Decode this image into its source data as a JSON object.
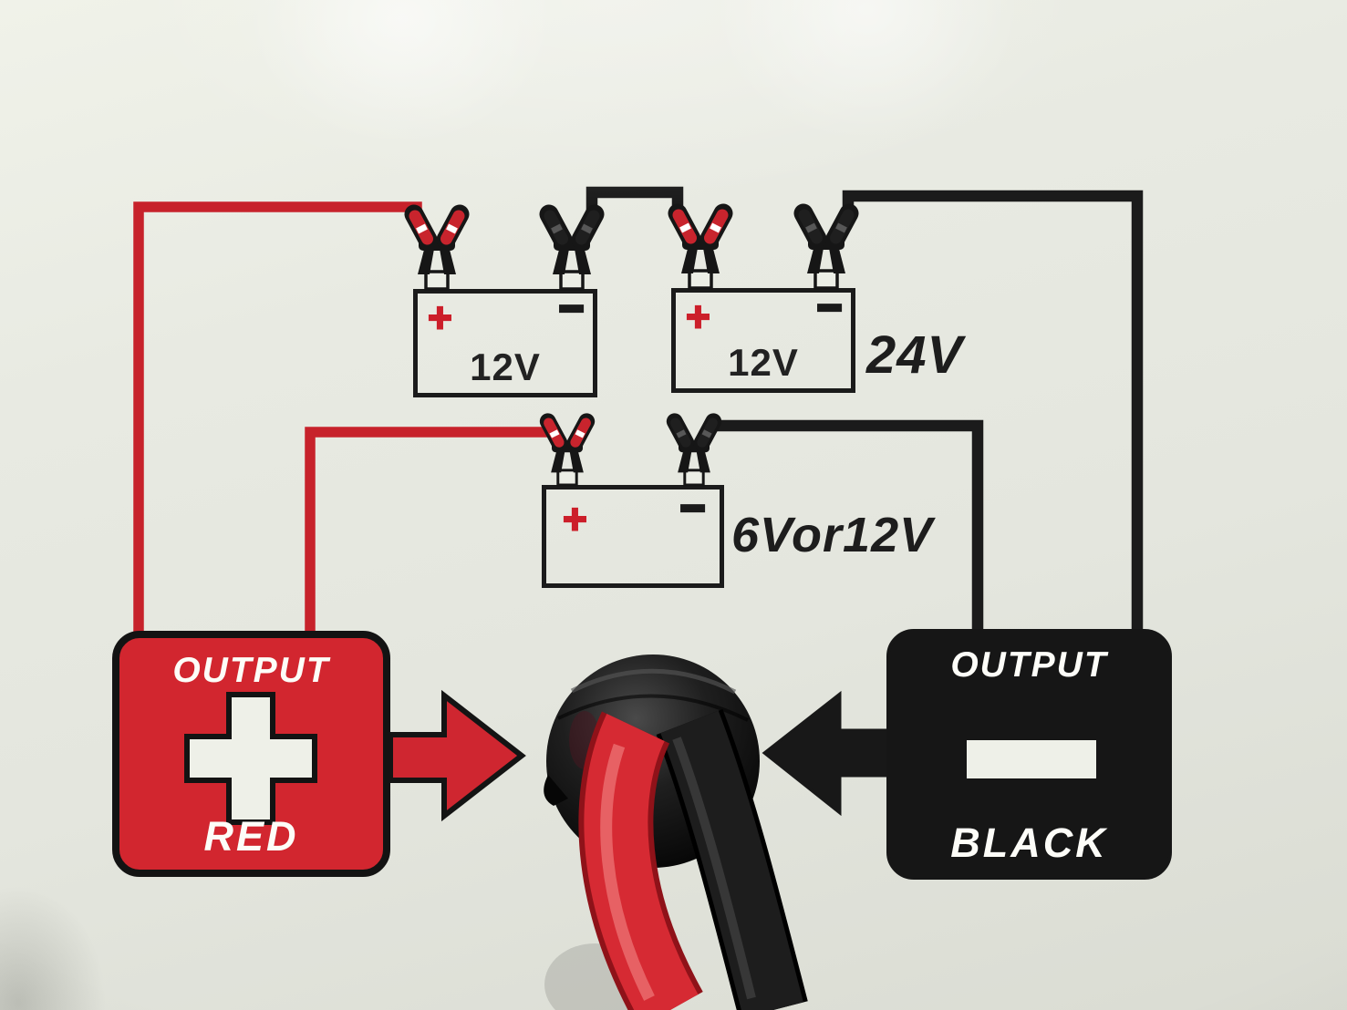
{
  "panel": {
    "series_diagram": {
      "battery_left": {
        "label": "12V",
        "plus_symbol": "+",
        "minus_symbol": "−"
      },
      "battery_right": {
        "label": "12V",
        "plus_symbol": "+",
        "minus_symbol": "−"
      },
      "result_label": "24V"
    },
    "single_diagram": {
      "battery": {
        "plus_symbol": "+",
        "minus_symbol": "−"
      },
      "result_label": "6Vor12V"
    },
    "output_red_panel": {
      "title": "OUTPUT",
      "label": "RED",
      "icon": "plus-icon"
    },
    "output_black_panel": {
      "title": "OUTPUT",
      "label": "BLACK",
      "icon": "minus-icon"
    },
    "icons": {
      "red_arrow": "right-arrow-icon",
      "black_arrow": "left-arrow-icon",
      "red_clamp": "battery-clamp-icon",
      "black_clamp": "battery-clamp-icon"
    },
    "colors": {
      "accent_red": "#cf2630",
      "print_black": "#1b1b1b",
      "panel_surface": "#e6e8e0",
      "label_white": "#fdfdf8",
      "cable_red": "#d62a33",
      "cable_black": "#1d1d1d"
    }
  }
}
